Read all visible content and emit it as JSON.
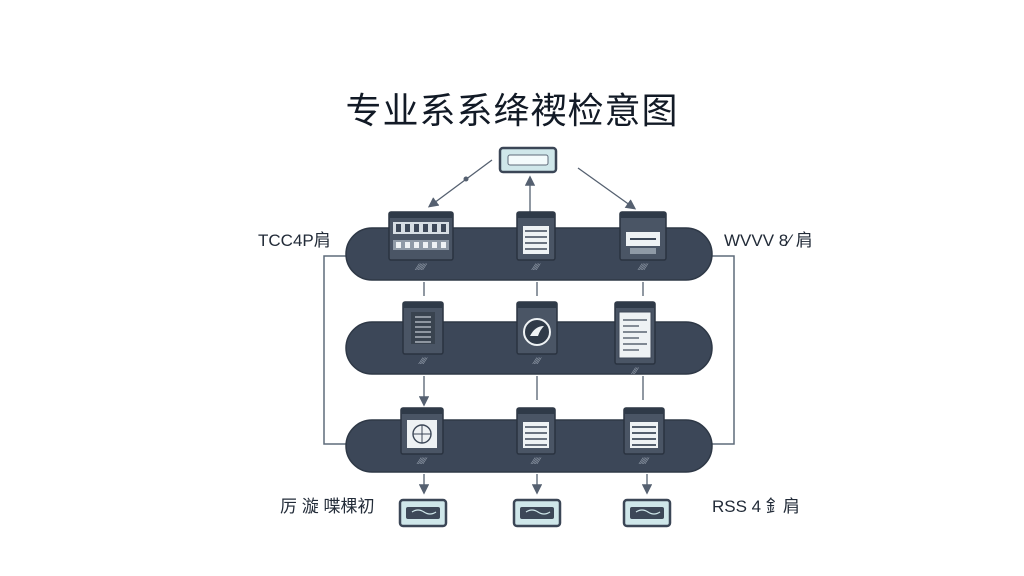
{
  "title": "专业系系绛褉检意图",
  "labels": {
    "top_left": "TCC4P肩",
    "top_right": "WVVV 8⁄ 肩",
    "bottom_left": "厉 漩 喋棵初",
    "bottom_right": "RSS 4 釒肩"
  },
  "colors": {
    "band": "#3c4758",
    "band_outline": "#2e3846",
    "device_face": "#4a5565",
    "device_light": "#eef2f4",
    "terminal_fill": "#cfe7ea",
    "terminal_border": "#3b4656",
    "connector": "#5f6b7a",
    "arrow": "#556070"
  },
  "layers": [
    {
      "name": "layer-top",
      "nodes": [
        {
          "icon": "server-rack-icon",
          "caption": "⁄⁄⁄⁄⁄⁄"
        },
        {
          "icon": "document-stack-icon",
          "caption": "⁄⁄⁄⁄"
        },
        {
          "icon": "printer-icon",
          "caption": "⁄⁄⁄⁄⁄"
        }
      ]
    },
    {
      "name": "layer-middle",
      "nodes": [
        {
          "icon": "tall-server-icon",
          "caption": "⁄⁄⁄⁄"
        },
        {
          "icon": "globe-bird-icon",
          "caption": "⁄⁄⁄⁄"
        },
        {
          "icon": "document-list-icon",
          "caption": "⁄⁄⁄"
        }
      ]
    },
    {
      "name": "layer-bottom",
      "nodes": [
        {
          "icon": "network-globe-icon",
          "caption": "⁄⁄⁄⁄⁄"
        },
        {
          "icon": "keyboard-panel-icon",
          "caption": "⁄⁄⁄⁄⁄"
        },
        {
          "icon": "text-panel-icon",
          "caption": "⁄⁄⁄⁄⁄"
        }
      ]
    }
  ],
  "terminals": [
    {
      "icon": "terminal-top-icon"
    },
    {
      "icon": "terminal-left-icon"
    },
    {
      "icon": "terminal-center-icon"
    },
    {
      "icon": "terminal-right-icon"
    }
  ]
}
